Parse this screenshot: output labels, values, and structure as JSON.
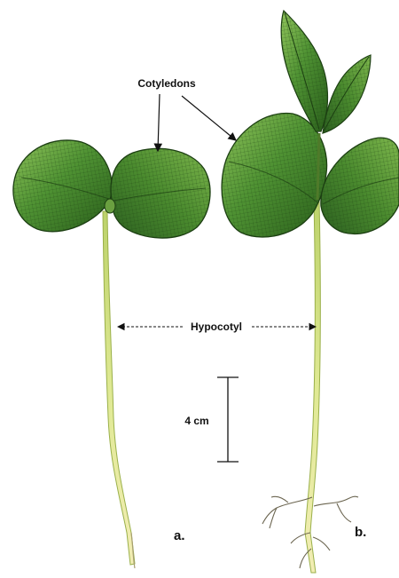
{
  "figure": {
    "labels": {
      "cotyledons": "Cotyledons",
      "hypocotyl": "Hypocotyl",
      "scale": "4 cm",
      "seedling_a": "a.",
      "seedling_b": "b."
    },
    "colors": {
      "leaf_dark": "#2f6a1e",
      "leaf_mid": "#4f9233",
      "leaf_light": "#8fc35a",
      "vein": "#1c3f12",
      "stem": "#d9e98a",
      "stem_edge": "#9ab04a",
      "root": "#f0ecb0",
      "root_edge": "#a8a070",
      "ink": "#111111"
    }
  }
}
